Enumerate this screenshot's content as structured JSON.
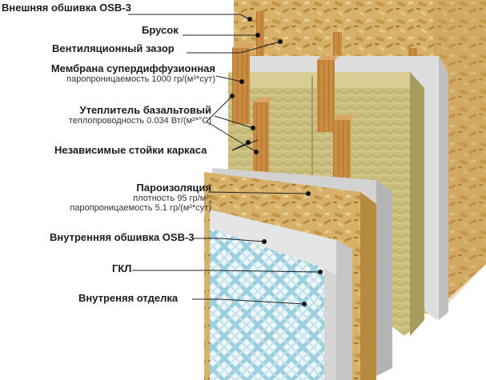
{
  "labels": {
    "outer_osb": "Внешняя обшивка OSB-3",
    "batten": "Брусок",
    "vent_gap": "Вентиляционный зазор",
    "membrane_title": "Мембрана супердиффузионная",
    "membrane_sub": "паропроницаемость 1000 гр/(м²*сут)",
    "insulation_title": "Утеплитель базальтовый",
    "insulation_sub": "теплопроводность 0.034 Вт/(м²*°С)",
    "studs": "Независимые стойки каркаса",
    "vapor_title": "Пароизоляция",
    "vapor_sub1": "плотность 95 гр/м²;",
    "vapor_sub2": "паропроницаемость 5.1 гр/(м²*сут)",
    "inner_osb": "Внутренняя обшивка OSB-3",
    "gkl": "ГКЛ",
    "finish": "Внутреняя отделка"
  },
  "colors": {
    "osb": "#d8b46a",
    "osb_dark": "#b98f44",
    "wood": "#c88a3e",
    "wool": "#c9bd7c",
    "membrane": "#d9d9d9",
    "gkl": "#e6e6e6",
    "finish": "#a9d6e3",
    "leader": "#222222"
  }
}
